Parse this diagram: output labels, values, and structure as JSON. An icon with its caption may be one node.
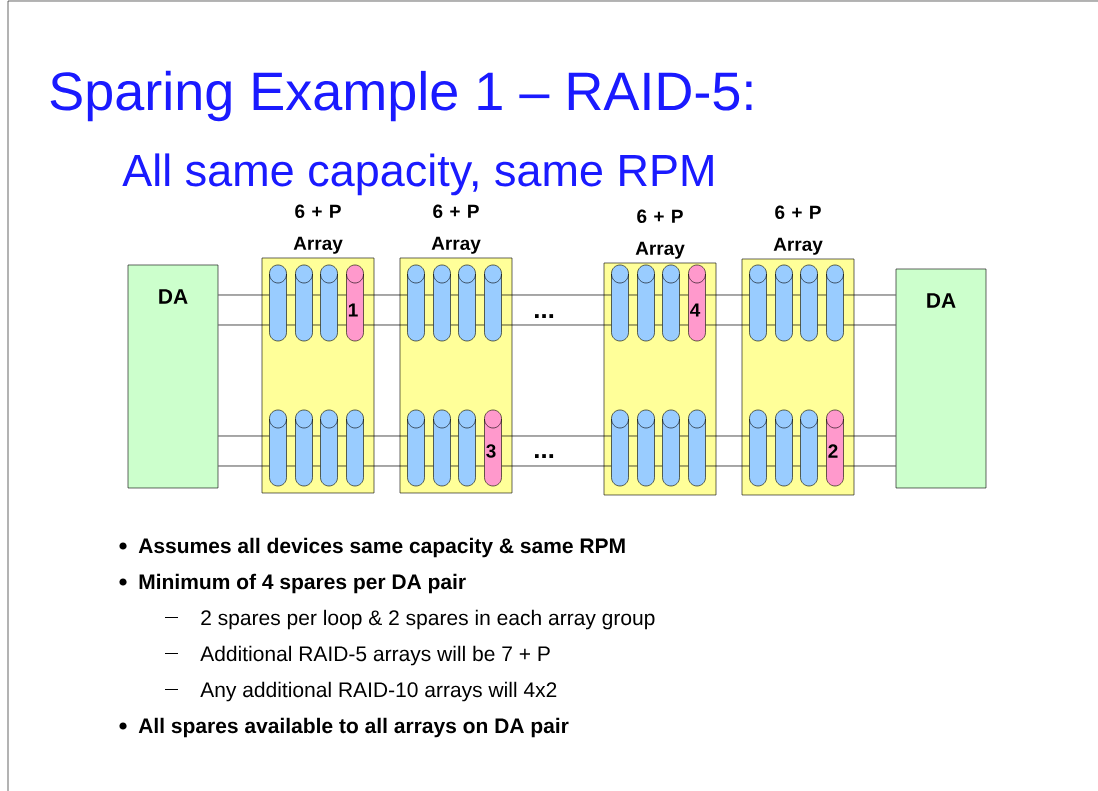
{
  "diagram": {
    "title": "Sparing Example 1 – RAID-5:",
    "nodes": [
      {
        "text": [
          "DA"
        ]
      },
      {
        "text": [
          "6 + P Array"
        ]
      },
      {
        "text": [],
        "shape": "capsule",
        "in": 1
      },
      {
        "text": [],
        "shape": "capsule",
        "in": 1
      },
      {
        "text": [],
        "shape": "capsule",
        "in": 1
      },
      {
        "text": [
          "1"
        ],
        "in": 1
      },
      {
        "text": [],
        "shape": "capsule",
        "in": 1
      },
      {
        "text": [],
        "shape": "capsule",
        "in": 1
      },
      {
        "text": [],
        "shape": "capsule",
        "in": 1
      },
      {
        "text": [],
        "shape": "capsule",
        "in": 1
      },
      {
        "text": [
          "6 + P Array"
        ]
      },
      {
        "text": [],
        "shape": "capsule",
        "in": 10
      },
      {
        "text": [],
        "shape": "capsule",
        "in": 10
      },
      {
        "text": [],
        "shape": "capsule",
        "in": 10
      },
      {
        "text": [],
        "shape": "capsule",
        "in": 10
      },
      {
        "text": [],
        "shape": "capsule",
        "in": 10
      },
      {
        "text": [],
        "shape": "capsule",
        "in": 10
      },
      {
        "text": [],
        "shape": "capsule",
        "in": 10
      },
      {
        "text": [
          "3"
        ],
        "in": 10
      },
      {
        "text": [
          "6 + P Array"
        ]
      },
      {
        "text": [],
        "shape": "capsule",
        "in": 19
      },
      {
        "text": [],
        "shape": "capsule",
        "in": 19
      },
      {
        "text": [],
        "shape": "capsule",
        "in": 19
      },
      {
        "text": [
          "4"
        ],
        "in": 19
      },
      {
        "text": [],
        "shape": "capsule",
        "in": 19
      },
      {
        "text": [],
        "shape": "capsule",
        "in": 19
      },
      {
        "text": [],
        "shape": "capsule",
        "in": 19
      },
      {
        "text": [],
        "shape": "capsule",
        "in": 19
      },
      {
        "text": [
          "6 + P Array"
        ]
      },
      {
        "text": [],
        "shape": "capsule",
        "in": 28
      },
      {
        "text": [],
        "shape": "capsule",
        "in": 28
      },
      {
        "text": [],
        "shape": "capsule",
        "in": 28
      },
      {
        "text": [],
        "shape": "capsule",
        "in": 28
      },
      {
        "text": [],
        "shape": "capsule",
        "in": 28
      },
      {
        "text": [],
        "shape": "capsule",
        "in": 28
      },
      {
        "text": [],
        "shape": "capsule",
        "in": 28
      },
      {
        "text": [
          "2"
        ],
        "in": 28
      },
      {
        "text": [
          "DA"
        ]
      }
    ],
    "edges": [
      {
        "from": 0,
        "to": 2,
        "arrow": "none"
      },
      {
        "from": 2,
        "to": 3,
        "arrow": "none"
      },
      {
        "from": 3,
        "to": 4,
        "arrow": "none"
      },
      {
        "from": 4,
        "to": 5,
        "arrow": "none"
      },
      {
        "from": 5,
        "to": 11,
        "arrow": "none"
      },
      {
        "from": 11,
        "to": 12,
        "arrow": "none"
      },
      {
        "from": 12,
        "to": 13,
        "arrow": "none"
      },
      {
        "from": 13,
        "to": 14,
        "arrow": "none"
      },
      {
        "from": 14,
        "to": 20,
        "arrow": "none"
      },
      {
        "from": 20,
        "to": 21,
        "arrow": "none"
      },
      {
        "from": 21,
        "to": 22,
        "arrow": "none"
      },
      {
        "from": 22,
        "to": 23,
        "arrow": "none"
      },
      {
        "from": 23,
        "to": 29,
        "arrow": "none"
      },
      {
        "from": 29,
        "to": 30,
        "arrow": "none"
      },
      {
        "from": 30,
        "to": 31,
        "arrow": "none"
      },
      {
        "from": 31,
        "to": 32,
        "arrow": "none"
      },
      {
        "from": 32,
        "to": 37,
        "arrow": "none"
      },
      {
        "from": 0,
        "to": 2,
        "arrow": "none"
      },
      {
        "from": 2,
        "to": 3,
        "arrow": "none"
      },
      {
        "from": 3,
        "to": 4,
        "arrow": "none"
      },
      {
        "from": 4,
        "to": 5,
        "arrow": "none"
      },
      {
        "from": 5,
        "to": 11,
        "arrow": "none"
      },
      {
        "from": 11,
        "to": 12,
        "arrow": "none"
      },
      {
        "from": 12,
        "to": 13,
        "arrow": "none"
      },
      {
        "from": 13,
        "to": 14,
        "arrow": "none"
      },
      {
        "from": 14,
        "to": 20,
        "arrow": "none"
      },
      {
        "from": 20,
        "to": 21,
        "arrow": "none"
      },
      {
        "from": 21,
        "to": 22,
        "arrow": "none"
      },
      {
        "from": 22,
        "to": 23,
        "arrow": "none"
      },
      {
        "from": 23,
        "to": 29,
        "arrow": "none"
      },
      {
        "from": 29,
        "to": 30,
        "arrow": "none"
      },
      {
        "from": 30,
        "to": 31,
        "arrow": "none"
      },
      {
        "from": 31,
        "to": 32,
        "arrow": "none"
      },
      {
        "from": 32,
        "to": 37,
        "arrow": "none"
      },
      {
        "from": 0,
        "to": 6,
        "arrow": "none"
      },
      {
        "from": 6,
        "to": 7,
        "arrow": "none"
      },
      {
        "from": 7,
        "to": 8,
        "arrow": "none"
      },
      {
        "from": 8,
        "to": 9,
        "arrow": "none"
      },
      {
        "from": 9,
        "to": 15,
        "arrow": "none"
      },
      {
        "from": 15,
        "to": 16,
        "arrow": "none"
      },
      {
        "from": 16,
        "to": 17,
        "arrow": "none"
      },
      {
        "from": 17,
        "to": 18,
        "arrow": "none"
      },
      {
        "from": 18,
        "to": 24,
        "arrow": "none"
      },
      {
        "from": 24,
        "to": 25,
        "arrow": "none"
      },
      {
        "from": 25,
        "to": 26,
        "arrow": "none"
      },
      {
        "from": 26,
        "to": 27,
        "arrow": "none"
      },
      {
        "from": 27,
        "to": 33,
        "arrow": "none"
      },
      {
        "from": 33,
        "to": 34,
        "arrow": "none"
      },
      {
        "from": 34,
        "to": 35,
        "arrow": "none"
      },
      {
        "from": 35,
        "to": 36,
        "arrow": "none"
      },
      {
        "from": 36,
        "to": 37,
        "arrow": "none"
      },
      {
        "from": 0,
        "to": 6,
        "arrow": "none"
      },
      {
        "from": 6,
        "to": 7,
        "arrow": "none"
      },
      {
        "from": 7,
        "to": 8,
        "arrow": "none"
      },
      {
        "from": 8,
        "to": 9,
        "arrow": "none"
      },
      {
        "from": 9,
        "to": 15,
        "arrow": "none"
      },
      {
        "from": 15,
        "to": 16,
        "arrow": "none"
      },
      {
        "from": 16,
        "to": 17,
        "arrow": "none"
      },
      {
        "from": 17,
        "to": 18,
        "arrow": "none"
      },
      {
        "from": 18,
        "to": 24,
        "arrow": "none"
      },
      {
        "from": 24,
        "to": 25,
        "arrow": "none"
      },
      {
        "from": 25,
        "to": 26,
        "arrow": "none"
      },
      {
        "from": 26,
        "to": 27,
        "arrow": "none"
      },
      {
        "from": 27,
        "to": 33,
        "arrow": "none"
      },
      {
        "from": 33,
        "to": 34,
        "arrow": "none"
      },
      {
        "from": 34,
        "to": 35,
        "arrow": "none"
      },
      {
        "from": 35,
        "to": 36,
        "arrow": "none"
      },
      {
        "from": 36,
        "to": 37,
        "arrow": "none"
      }
    ],
    "labels": [
      "All same capacity, same RPM",
      "...",
      "...",
      "Assumes all devices same capacity & same RPM",
      "Minimum of 4 spares per DA pair",
      "2 spares per loop & 2 spares in each array group",
      "Additional RAID-5 arrays will be 7 + P",
      "Any additional RAID-10 arrays will 4x2",
      "All spares available to all arrays on DA pair"
    ]
  }
}
